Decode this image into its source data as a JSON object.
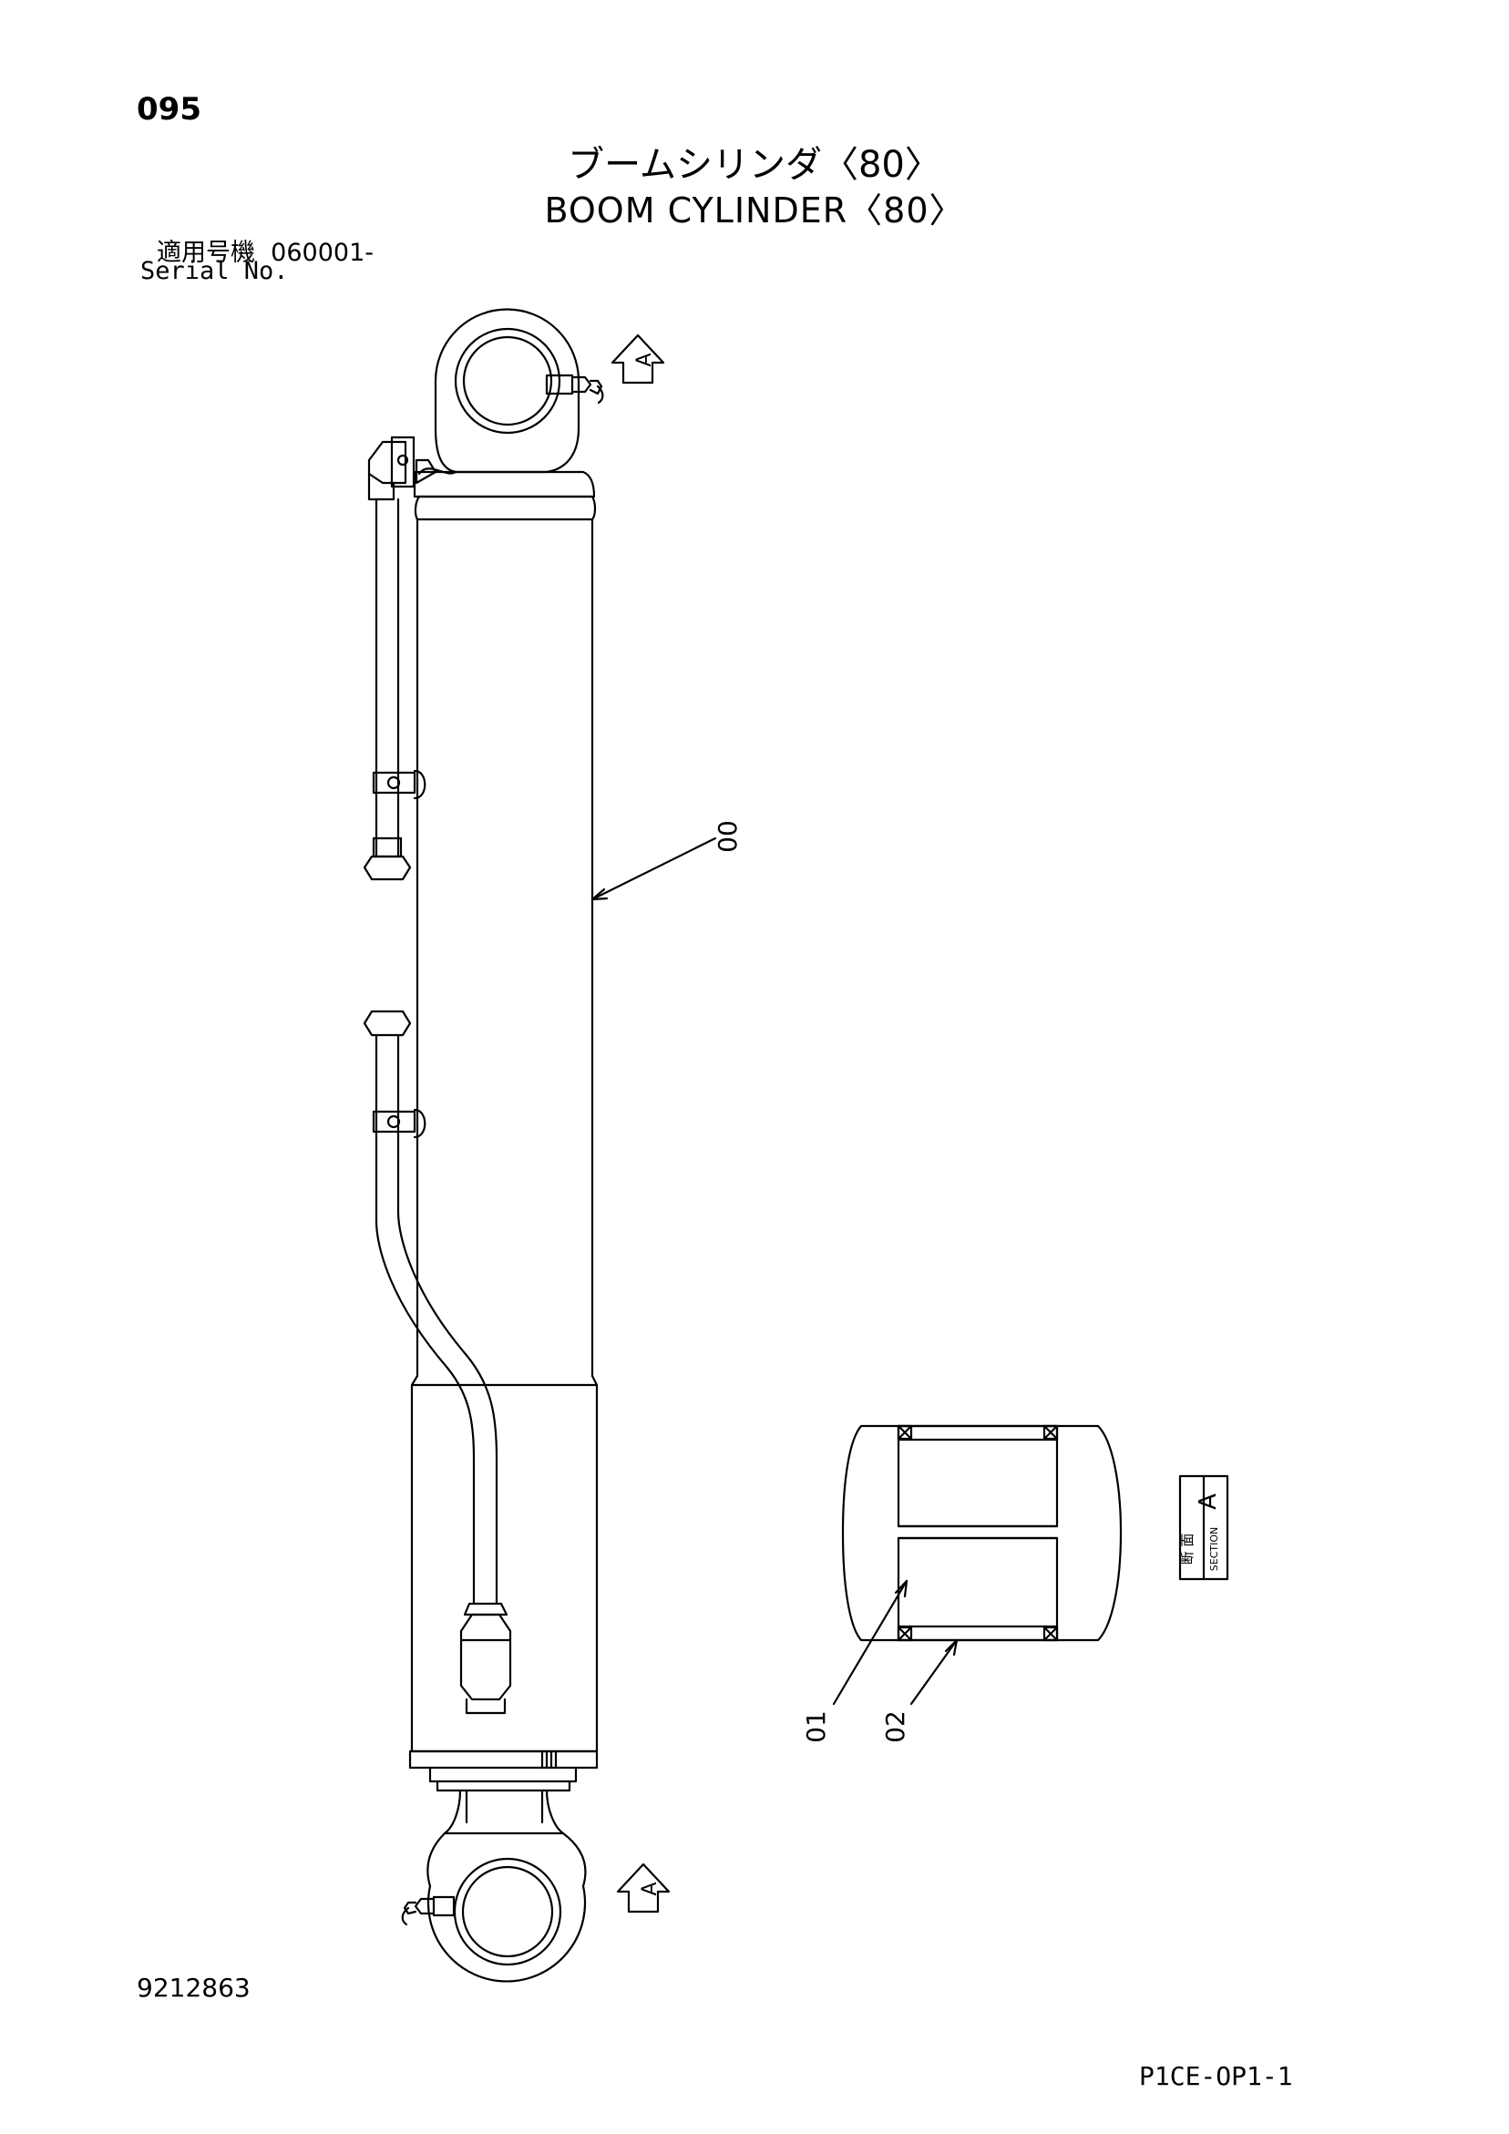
{
  "page_number": "095",
  "title_ja": "ブームシリンダ〈80〉",
  "title_en": "BOOM CYLINDER〈80〉",
  "serial_label_ja": "適用号機",
  "serial_value": "060001-",
  "serial_label_en": "Serial No.",
  "callouts": {
    "main": "00",
    "part1": "01",
    "part2": "02"
  },
  "section_view_markers": [
    "A",
    "A"
  ],
  "section_box": {
    "letter": "A",
    "label_ja": "断 面",
    "label_en": "SECTION"
  },
  "drawing_number": "9212863",
  "page_code": "P1CE-OP1-1"
}
